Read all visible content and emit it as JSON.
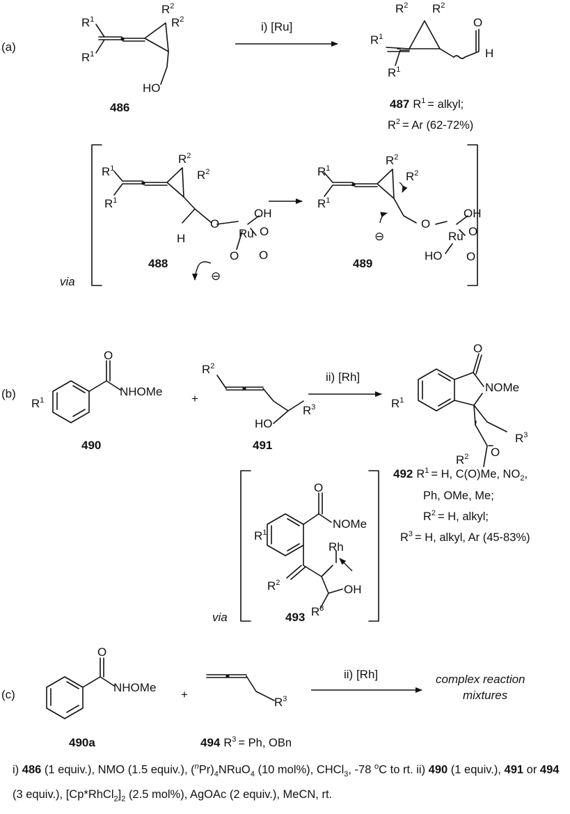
{
  "panels": {
    "a": {
      "label": "(a)",
      "reagent": "i) [Ru]",
      "via": "via",
      "compounds": {
        "c486": "486",
        "c487": "487",
        "c487_desc_line1": "= alkyl;",
        "c487_desc_line2": "= Ar (62-72%)",
        "c488": "488",
        "c489": "489"
      }
    },
    "b": {
      "label": "(b)",
      "reagent": "ii) [Rh]",
      "via": "via",
      "compounds": {
        "c490": "490",
        "c491": "491",
        "c492": "492",
        "c492_r1": "= H, C(O)Me, NO",
        "c492_line2": "Ph, OMe, Me;",
        "c492_r2": "= H, alkyl;",
        "c492_r3": "= H, alkyl, Ar (45-83%)",
        "c493": "493"
      }
    },
    "c": {
      "label": "(c)",
      "reagent": "ii) [Rh]",
      "product_line1": "complex reaction",
      "product_line2": "mixtures",
      "compounds": {
        "c490a": "490a",
        "c494": "494",
        "c494_desc": "= Ph, OBn"
      }
    }
  },
  "atoms": {
    "R": "R",
    "one": "1",
    "two": "2",
    "three": "3",
    "HO": "HO",
    "OH": "OH",
    "O": "O",
    "H": "H",
    "Ru": "Ru",
    "Rh": "Rh",
    "NHOMe": "NHOMe",
    "OMe": "OMe",
    "N": "N",
    "plus": "+",
    "minus": "⊖"
  },
  "conditions": {
    "i_prefix": "i)",
    "i_cpd": "486",
    "i_text1": "(1 equiv.), NMO (1.5 equiv.), (",
    "i_npr": "n",
    "i_text2": "Pr)",
    "i_sub4": "4",
    "i_text3": "NRuO",
    "i_text4": "(10 mol%), CHCl",
    "i_sub3": "3",
    "i_text5": ", -78",
    "i_deg": "o",
    "i_text6": "C to rt.",
    "ii_prefix": "ii)",
    "ii_cpd490": "490",
    "ii_text1": "(1 equiv.),",
    "ii_cpd491": "491",
    "ii_or": "or",
    "ii_cpd494": "494",
    "ii_text2": "(3 equiv.), [Cp*RhCl",
    "ii_sub2": "2",
    "ii_text3": "]",
    "ii_text4": "(2.5 mol%), AgOAc (2 equiv.), MeCN, rt."
  }
}
